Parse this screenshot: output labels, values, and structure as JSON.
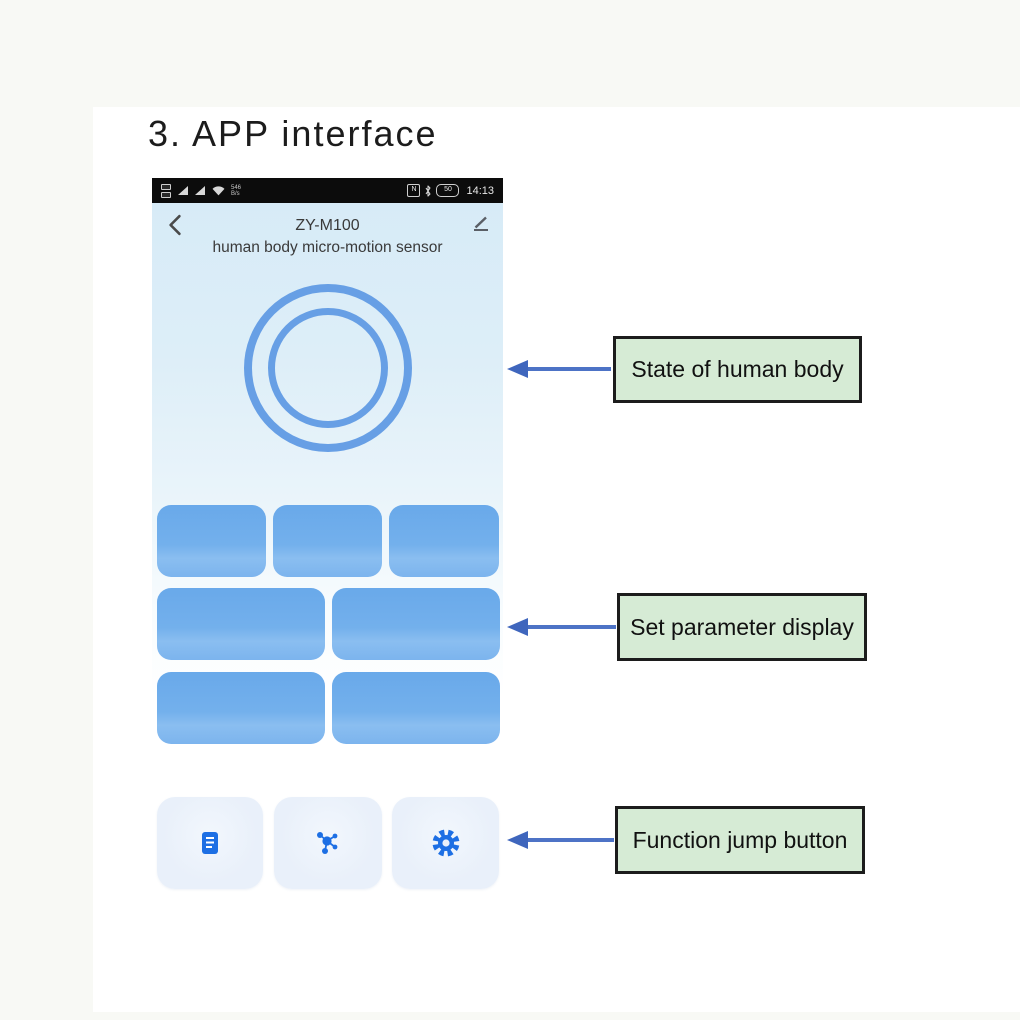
{
  "page": {
    "title": "3. APP interface"
  },
  "phone": {
    "status_bar": {
      "time": "14:13",
      "net_speed_value": "546",
      "net_speed_unit": "B/s",
      "nfc_label": "N",
      "battery_label": "50"
    },
    "header": {
      "device_name": "ZY-M100",
      "device_subtitle": "human body micro-motion sensor"
    },
    "param_tiles": {
      "row1_count": 3,
      "row2_count": 2,
      "row3_count": 2
    },
    "function_buttons": [
      {
        "icon": "document-icon"
      },
      {
        "icon": "network-icon"
      },
      {
        "icon": "gear-icon"
      }
    ]
  },
  "annotations": [
    {
      "label": "State of human body"
    },
    {
      "label": "Set parameter display"
    },
    {
      "label": "Function jump button"
    }
  ],
  "icons": {
    "sim-cards-icon": "css-rects",
    "signal-icon": "css-triangle",
    "wifi-icon": "svg-fan",
    "nfc-icon": "boxed-N",
    "bluetooth-icon": "svg-runes",
    "battery-icon": "pill-50",
    "back-icon": "svg-chevron-left",
    "edit-icon": "svg-pencil-angle",
    "document-icon": "svg-note",
    "network-icon": "svg-molecule",
    "gear-icon": "svg-gear"
  },
  "colors": {
    "screen_blue_top": "#d7ebf7",
    "ring_blue": "#679fe5",
    "tile_blue": "#73b0ec",
    "button_bg": "#e9f0fa",
    "icon_blue": "#1d6fe4",
    "annotation_green": "#d6ebd5",
    "annotation_border": "#1c1c1c",
    "arrow_blue": "#4d73c6",
    "statusbar_black": "#0c0c0c"
  }
}
